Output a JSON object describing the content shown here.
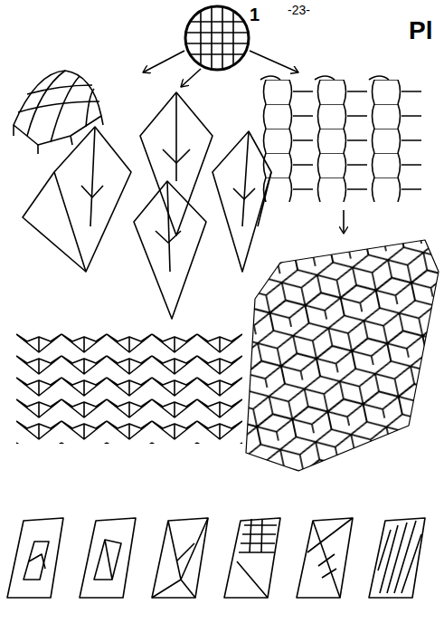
{
  "diagram": {
    "labels": [
      "1",
      "-23-",
      "Pl"
    ]
  }
}
